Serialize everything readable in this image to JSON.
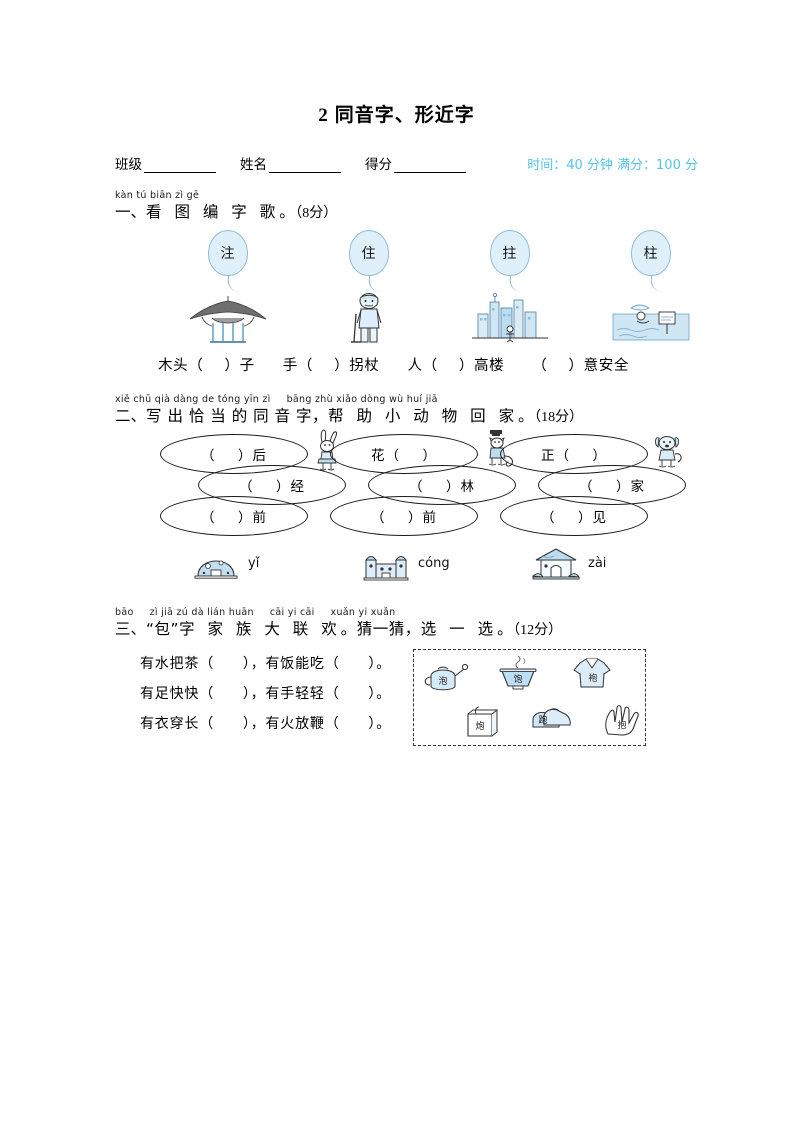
{
  "page": {
    "title_number": "2",
    "title_text": "同音字、形近字"
  },
  "header": {
    "class_label": "班级",
    "name_label": "姓名",
    "score_label": "得分",
    "meta": "时间：40 分钟 满分：100 分",
    "meta_color": "#54c3e8"
  },
  "ex1": {
    "pinyin": "kàn tú biān zì gē",
    "index": "一、",
    "title": "看 图 编 字 歌",
    "period": "。",
    "score": "（8分）",
    "balloons": [
      {
        "char": "注",
        "picture": "pavilion-icon"
      },
      {
        "char": "住",
        "picture": "old-man-icon"
      },
      {
        "char": "拄",
        "picture": "buildings-icon"
      },
      {
        "char": "柱",
        "picture": "water-scene-icon"
      }
    ],
    "answer_items": [
      {
        "before": "木头（",
        "after": "）子"
      },
      {
        "before": "手（",
        "after": "）拐杖"
      },
      {
        "before": "人（",
        "after": "）高楼"
      },
      {
        "before": "（",
        "after": "）意安全"
      }
    ]
  },
  "ex2": {
    "pinyin_a": "xiě chū qià dàng de tóng yīn zì",
    "pinyin_b": "bāng zhù xiǎo dòng wù huí jiā",
    "index": "二、",
    "title_a": "写 出 恰 当 的 同 音 字，",
    "title_b": "帮 助 小 动 物 回 家",
    "period": "。",
    "score": "（18分）",
    "columns": [
      {
        "animal": "rabbit-icon",
        "ovals": [
          {
            "before": "（",
            "after": "）后"
          },
          {
            "before": "（",
            "after": "）经"
          },
          {
            "before": "（",
            "after": "）前"
          }
        ],
        "house": "dome-house-icon",
        "house_pinyin": "yǐ"
      },
      {
        "animal": "cat-icon",
        "ovals": [
          {
            "before": "花（",
            "after": "）"
          },
          {
            "before": "（",
            "after": "）林"
          },
          {
            "before": "（",
            "after": "）前"
          }
        ],
        "house": "castle-house-icon",
        "house_pinyin": "cóng"
      },
      {
        "animal": "dog-icon",
        "ovals": [
          {
            "before": "正（",
            "after": "）"
          },
          {
            "before": "（",
            "after": "）家"
          },
          {
            "before": "（",
            "after": "）见"
          }
        ],
        "house": "cottage-house-icon",
        "house_pinyin": "zài"
      }
    ]
  },
  "ex3": {
    "pinyin_a": "bāo",
    "pinyin_b": "zì jiā zú dà lián huān",
    "pinyin_c": "cāi yi cāi",
    "pinyin_d": "xuǎn yi xuǎn",
    "index": "三、",
    "title_a": "“包”",
    "title_b": "字 家 族 大 联 欢",
    "period_a": "。",
    "title_c": "猜一猜，",
    "title_d": "选 一 选",
    "period_b": "。",
    "score": "（12分）",
    "riddles": [
      {
        "left": "有水把茶（",
        "mid": "），有饭能吃（",
        "right": "）。"
      },
      {
        "left": "有足快快（",
        "mid": "），有手轻轻（",
        "right": "）。"
      },
      {
        "left": "有衣穿长（",
        "mid": "），有火放鞭（",
        "right": "）。"
      }
    ],
    "choices": [
      {
        "char": "泡",
        "icon": "teapot-icon"
      },
      {
        "char": "饱",
        "icon": "rice-bowl-icon"
      },
      {
        "char": "袍",
        "icon": "robe-icon"
      },
      {
        "char": "炮",
        "icon": "firecracker-box-icon"
      },
      {
        "char": "跑",
        "icon": "shoes-icon"
      },
      {
        "char": "抱",
        "icon": "hand-icon"
      }
    ]
  }
}
